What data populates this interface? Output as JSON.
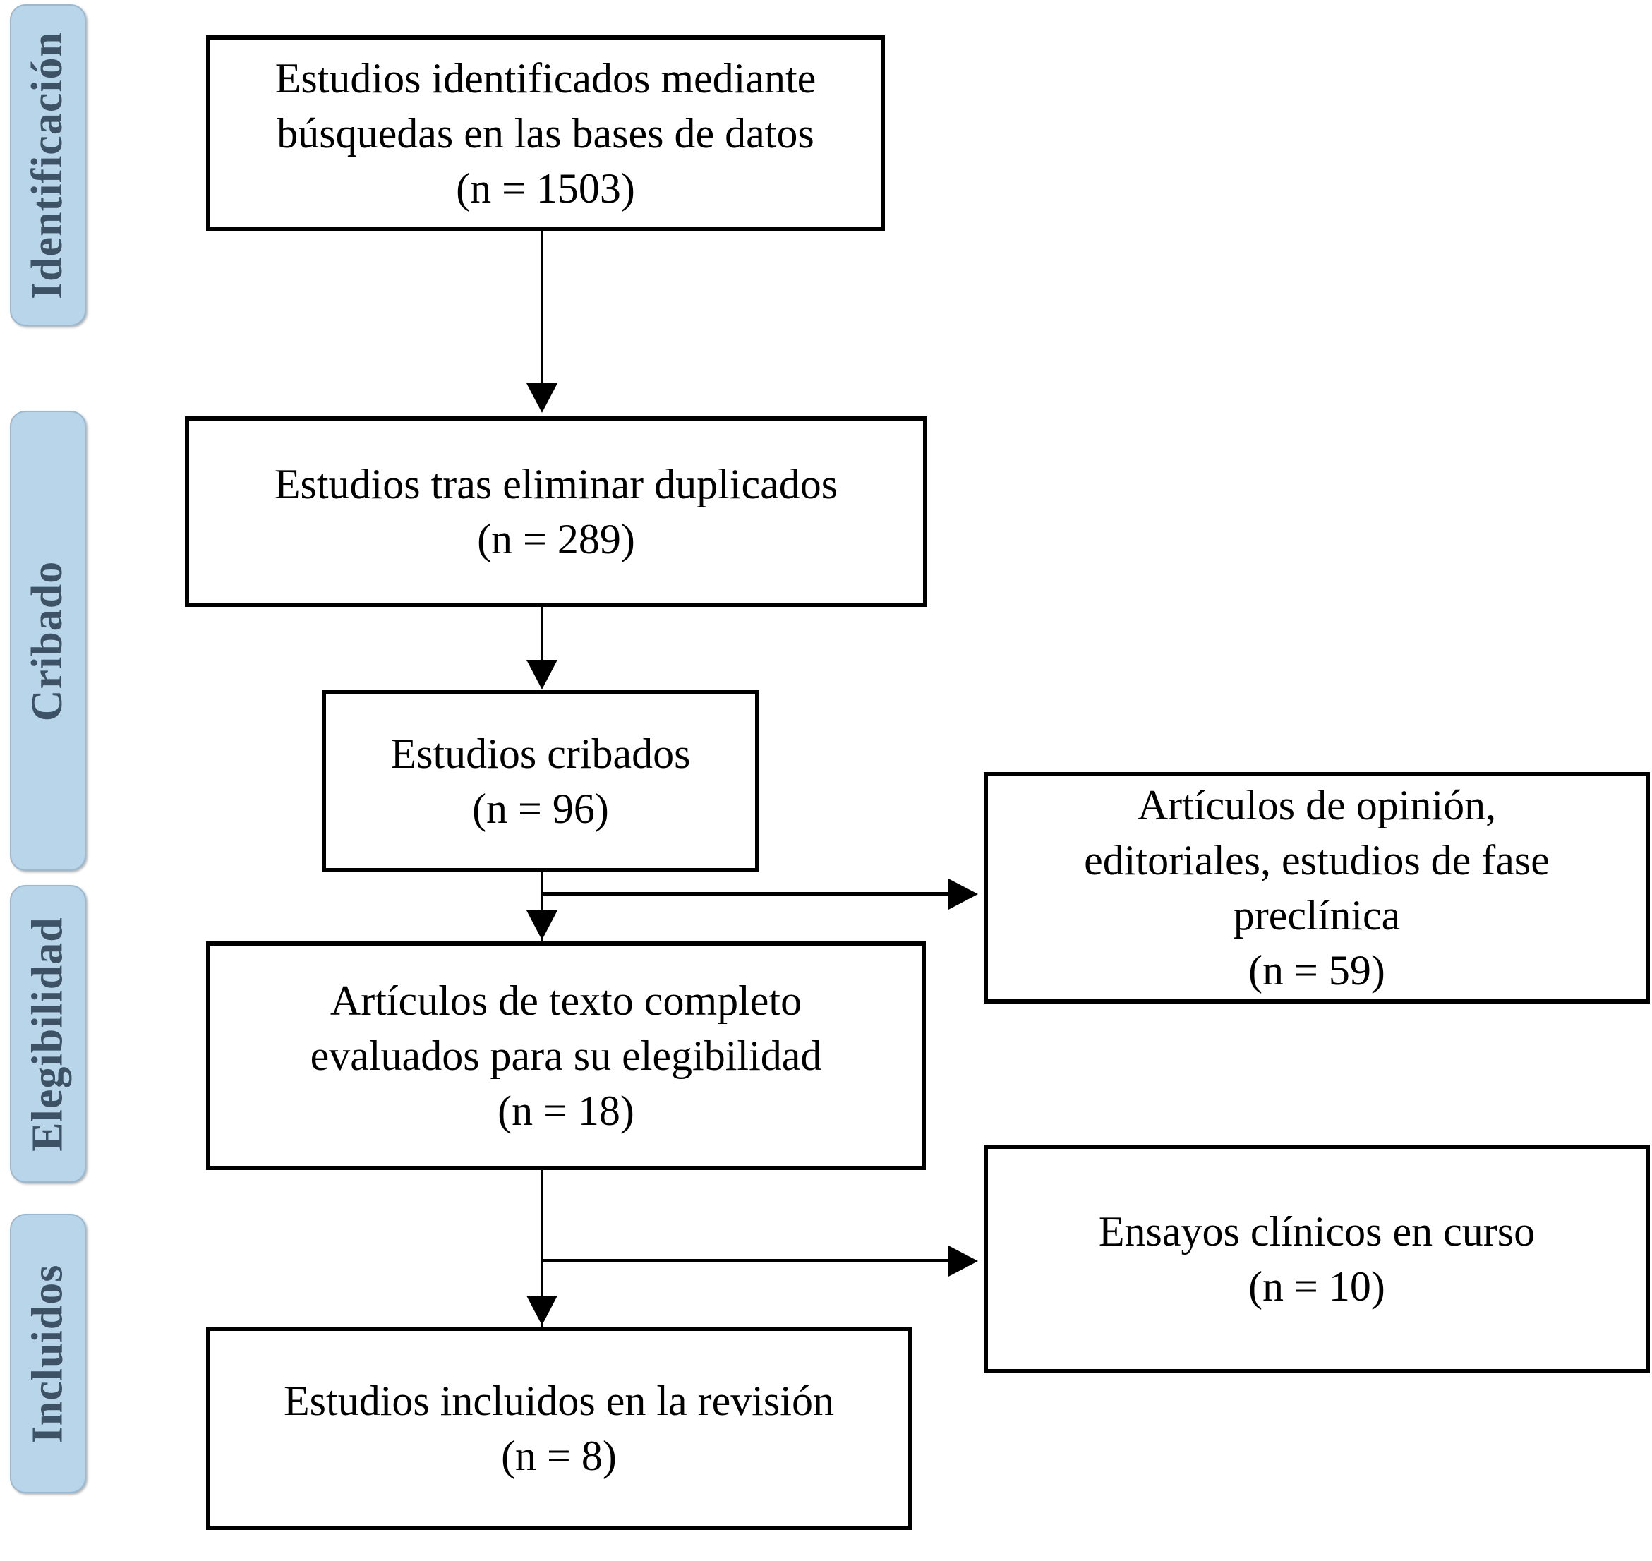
{
  "diagram": {
    "type": "prisma-flow-diagram",
    "language": "es",
    "phases": [
      {
        "id": "identificacion",
        "label": "Identificación"
      },
      {
        "id": "cribado",
        "label": "Cribado"
      },
      {
        "id": "elegibilidad",
        "label": "Elegibilidad"
      },
      {
        "id": "incluidos",
        "label": "Incluidos"
      }
    ],
    "boxes": [
      {
        "id": "identified",
        "phase": "identificacion",
        "text": "Estudios identificados mediante\nbúsquedas en las bases de datos\n(n = 1503)",
        "n": 1503
      },
      {
        "id": "after-duplicates",
        "phase": "cribado",
        "text": "Estudios tras eliminar duplicados\n(n = 289)",
        "n": 289
      },
      {
        "id": "screened",
        "phase": "cribado",
        "text": "Estudios cribados\n(n = 96)",
        "n": 96
      },
      {
        "id": "excluded-opinion",
        "phase": "cribado",
        "text": "Artículos de opinión,\neditoriales, estudios de fase\npreclínica\n(n = 59)",
        "n": 59
      },
      {
        "id": "fulltext-assessed",
        "phase": "elegibilidad",
        "text": "Artículos de texto completo\nevaluados para su elegibilidad\n(n = 18)",
        "n": 18
      },
      {
        "id": "excluded-ongoing",
        "phase": "elegibilidad",
        "text": "Ensayos clínicos en curso\n(n = 10)",
        "n": 10
      },
      {
        "id": "included",
        "phase": "incluidos",
        "text": "Estudios incluidos en la revisión\n(n = 8)",
        "n": 8
      }
    ],
    "colors": {
      "phase_fill": "#b8d5ea",
      "phase_border": "#9ab8d0",
      "phase_text": "#3e5266",
      "box_border": "#000000",
      "box_fill": "#ffffff",
      "connector": "#000000"
    }
  },
  "chart_data": {
    "type": "diagram",
    "title": "Diagrama de flujo PRISMA",
    "nodes": [
      {
        "id": "identified",
        "label": "Estudios identificados mediante búsquedas en las bases de datos",
        "n": 1503,
        "stage": "Identificación"
      },
      {
        "id": "after-duplicates",
        "label": "Estudios tras eliminar duplicados",
        "n": 289,
        "stage": "Cribado"
      },
      {
        "id": "screened",
        "label": "Estudios cribados",
        "n": 96,
        "stage": "Cribado"
      },
      {
        "id": "excluded-opinion",
        "label": "Artículos de opinión, editoriales, estudios de fase preclínica",
        "n": 59,
        "stage": "Cribado"
      },
      {
        "id": "fulltext-assessed",
        "label": "Artículos de texto completo evaluados para su elegibilidad",
        "n": 18,
        "stage": "Elegibilidad"
      },
      {
        "id": "excluded-ongoing",
        "label": "Ensayos clínicos en curso",
        "n": 10,
        "stage": "Elegibilidad"
      },
      {
        "id": "included",
        "label": "Estudios incluidos en la revisión",
        "n": 8,
        "stage": "Incluidos"
      }
    ],
    "edges": [
      {
        "from": "identified",
        "to": "after-duplicates",
        "direction": "down"
      },
      {
        "from": "after-duplicates",
        "to": "screened",
        "direction": "down"
      },
      {
        "from": "screened",
        "to": "fulltext-assessed",
        "direction": "down"
      },
      {
        "from": "screened",
        "to": "excluded-opinion",
        "direction": "right"
      },
      {
        "from": "fulltext-assessed",
        "to": "included",
        "direction": "down"
      },
      {
        "from": "fulltext-assessed",
        "to": "excluded-ongoing",
        "direction": "right"
      }
    ]
  }
}
